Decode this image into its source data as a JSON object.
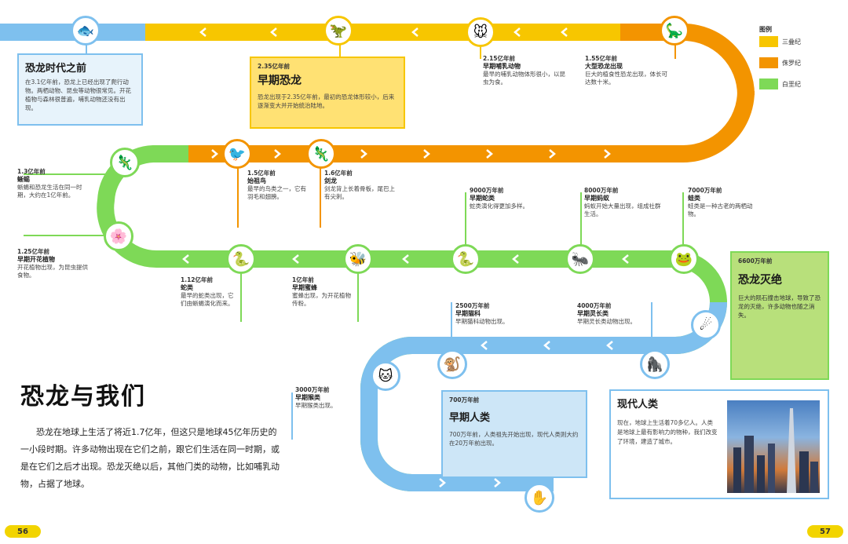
{
  "colors": {
    "blue": "#7ec0ee",
    "yellow": "#f7c600",
    "orange": "#f39400",
    "green": "#7ed957"
  },
  "intro": {
    "title": "恐龙时代之前",
    "text": "在3.1亿年前，恐龙上已经出现了爬行动物。两栖动物、昆虫等动物很常见。开花植物与森林很普遍，哺乳动物还没有出现。"
  },
  "early_dino": {
    "date": "2.35亿年前",
    "title": "早期恐龙",
    "text": "恐龙出现于2.35亿年前，最初的恐龙体形较小，后来逐渐变大并开始统治陆地。"
  },
  "extinction": {
    "date": "6600万年前",
    "title": "恐龙灭绝",
    "text": "巨大的陨石撞击地球，导致了恐龙的灭绝，许多动物也随之消失。"
  },
  "early_human": {
    "date": "700万年前",
    "title": "早期人类",
    "text": "700万年前，人类祖先开始出现，现代人类则大约在20万年前出现。"
  },
  "modern_human": {
    "title": "现代人类",
    "text": "现在，地球上生活着70多亿人。人类是地球上最有影响力的物种，我们改变了环境，建造了城市。"
  },
  "main": {
    "title": "恐龙与我们",
    "text": "恐龙在地球上生活了将近1.7亿年，但这只是地球45亿年历史的一小段时期。许多动物出现在它们之前，跟它们生活在同一时期，或是在它们之后才出现。恐龙灭绝以后，其他门类的动物，比如哺乳动物，占据了地球。"
  },
  "legend": {
    "title": "图例",
    "items": [
      {
        "label": "三叠纪",
        "color": "#f7c600"
      },
      {
        "label": "侏罗纪",
        "color": "#f39400"
      },
      {
        "label": "白垩纪",
        "color": "#7ed957"
      }
    ]
  },
  "events": [
    {
      "date": "2.15亿年前",
      "name": "早期哺乳动物",
      "text": "最早的哺乳动物体形很小，以昆虫为食。"
    },
    {
      "date": "1.55亿年前",
      "name": "大型恐龙出现",
      "text": "巨大的植食性恐龙出现，体长可达数十米。"
    },
    {
      "date": "1.5亿年前",
      "name": "始祖鸟",
      "text": "最早的鸟类之一，它有羽毛和翅膀。"
    },
    {
      "date": "1.6亿年前",
      "name": "剑龙",
      "text": "剑龙背上长着骨板，尾巴上有尖刺。"
    },
    {
      "date": "1.3亿年前",
      "name": "蜥蜴",
      "text": "蜥蜴和恐龙生活在同一时期，大约在1亿年前。"
    },
    {
      "date": "1.25亿年前",
      "name": "早期开花植物",
      "text": "开花植物出现，为昆虫提供食物。"
    },
    {
      "date": "1.12亿年前",
      "name": "蛇类",
      "text": "最早的蛇类出现，它们由蜥蜴演化而来。"
    },
    {
      "date": "1亿年前",
      "name": "早期蜜蜂",
      "text": "蜜蜂出现，为开花植物传粉。"
    },
    {
      "date": "9000万年前",
      "name": "早期蛇类",
      "text": "蛇类演化得更加多样。"
    },
    {
      "date": "8000万年前",
      "name": "早期蚂蚁",
      "text": "蚂蚁开始大量出现，组成社群生活。"
    },
    {
      "date": "7000万年前",
      "name": "蛙类",
      "text": "蛙类是一种古老的两栖动物。"
    },
    {
      "date": "2500万年前",
      "name": "早期猫科",
      "text": "早期猫科动物出现。"
    },
    {
      "date": "4000万年前",
      "name": "早期灵长类",
      "text": "早期灵长类动物出现。"
    },
    {
      "date": "3000万年前",
      "name": "早期猴类",
      "text": "早期猴类出现。"
    }
  ],
  "pages": {
    "left": "56",
    "right": "57"
  }
}
